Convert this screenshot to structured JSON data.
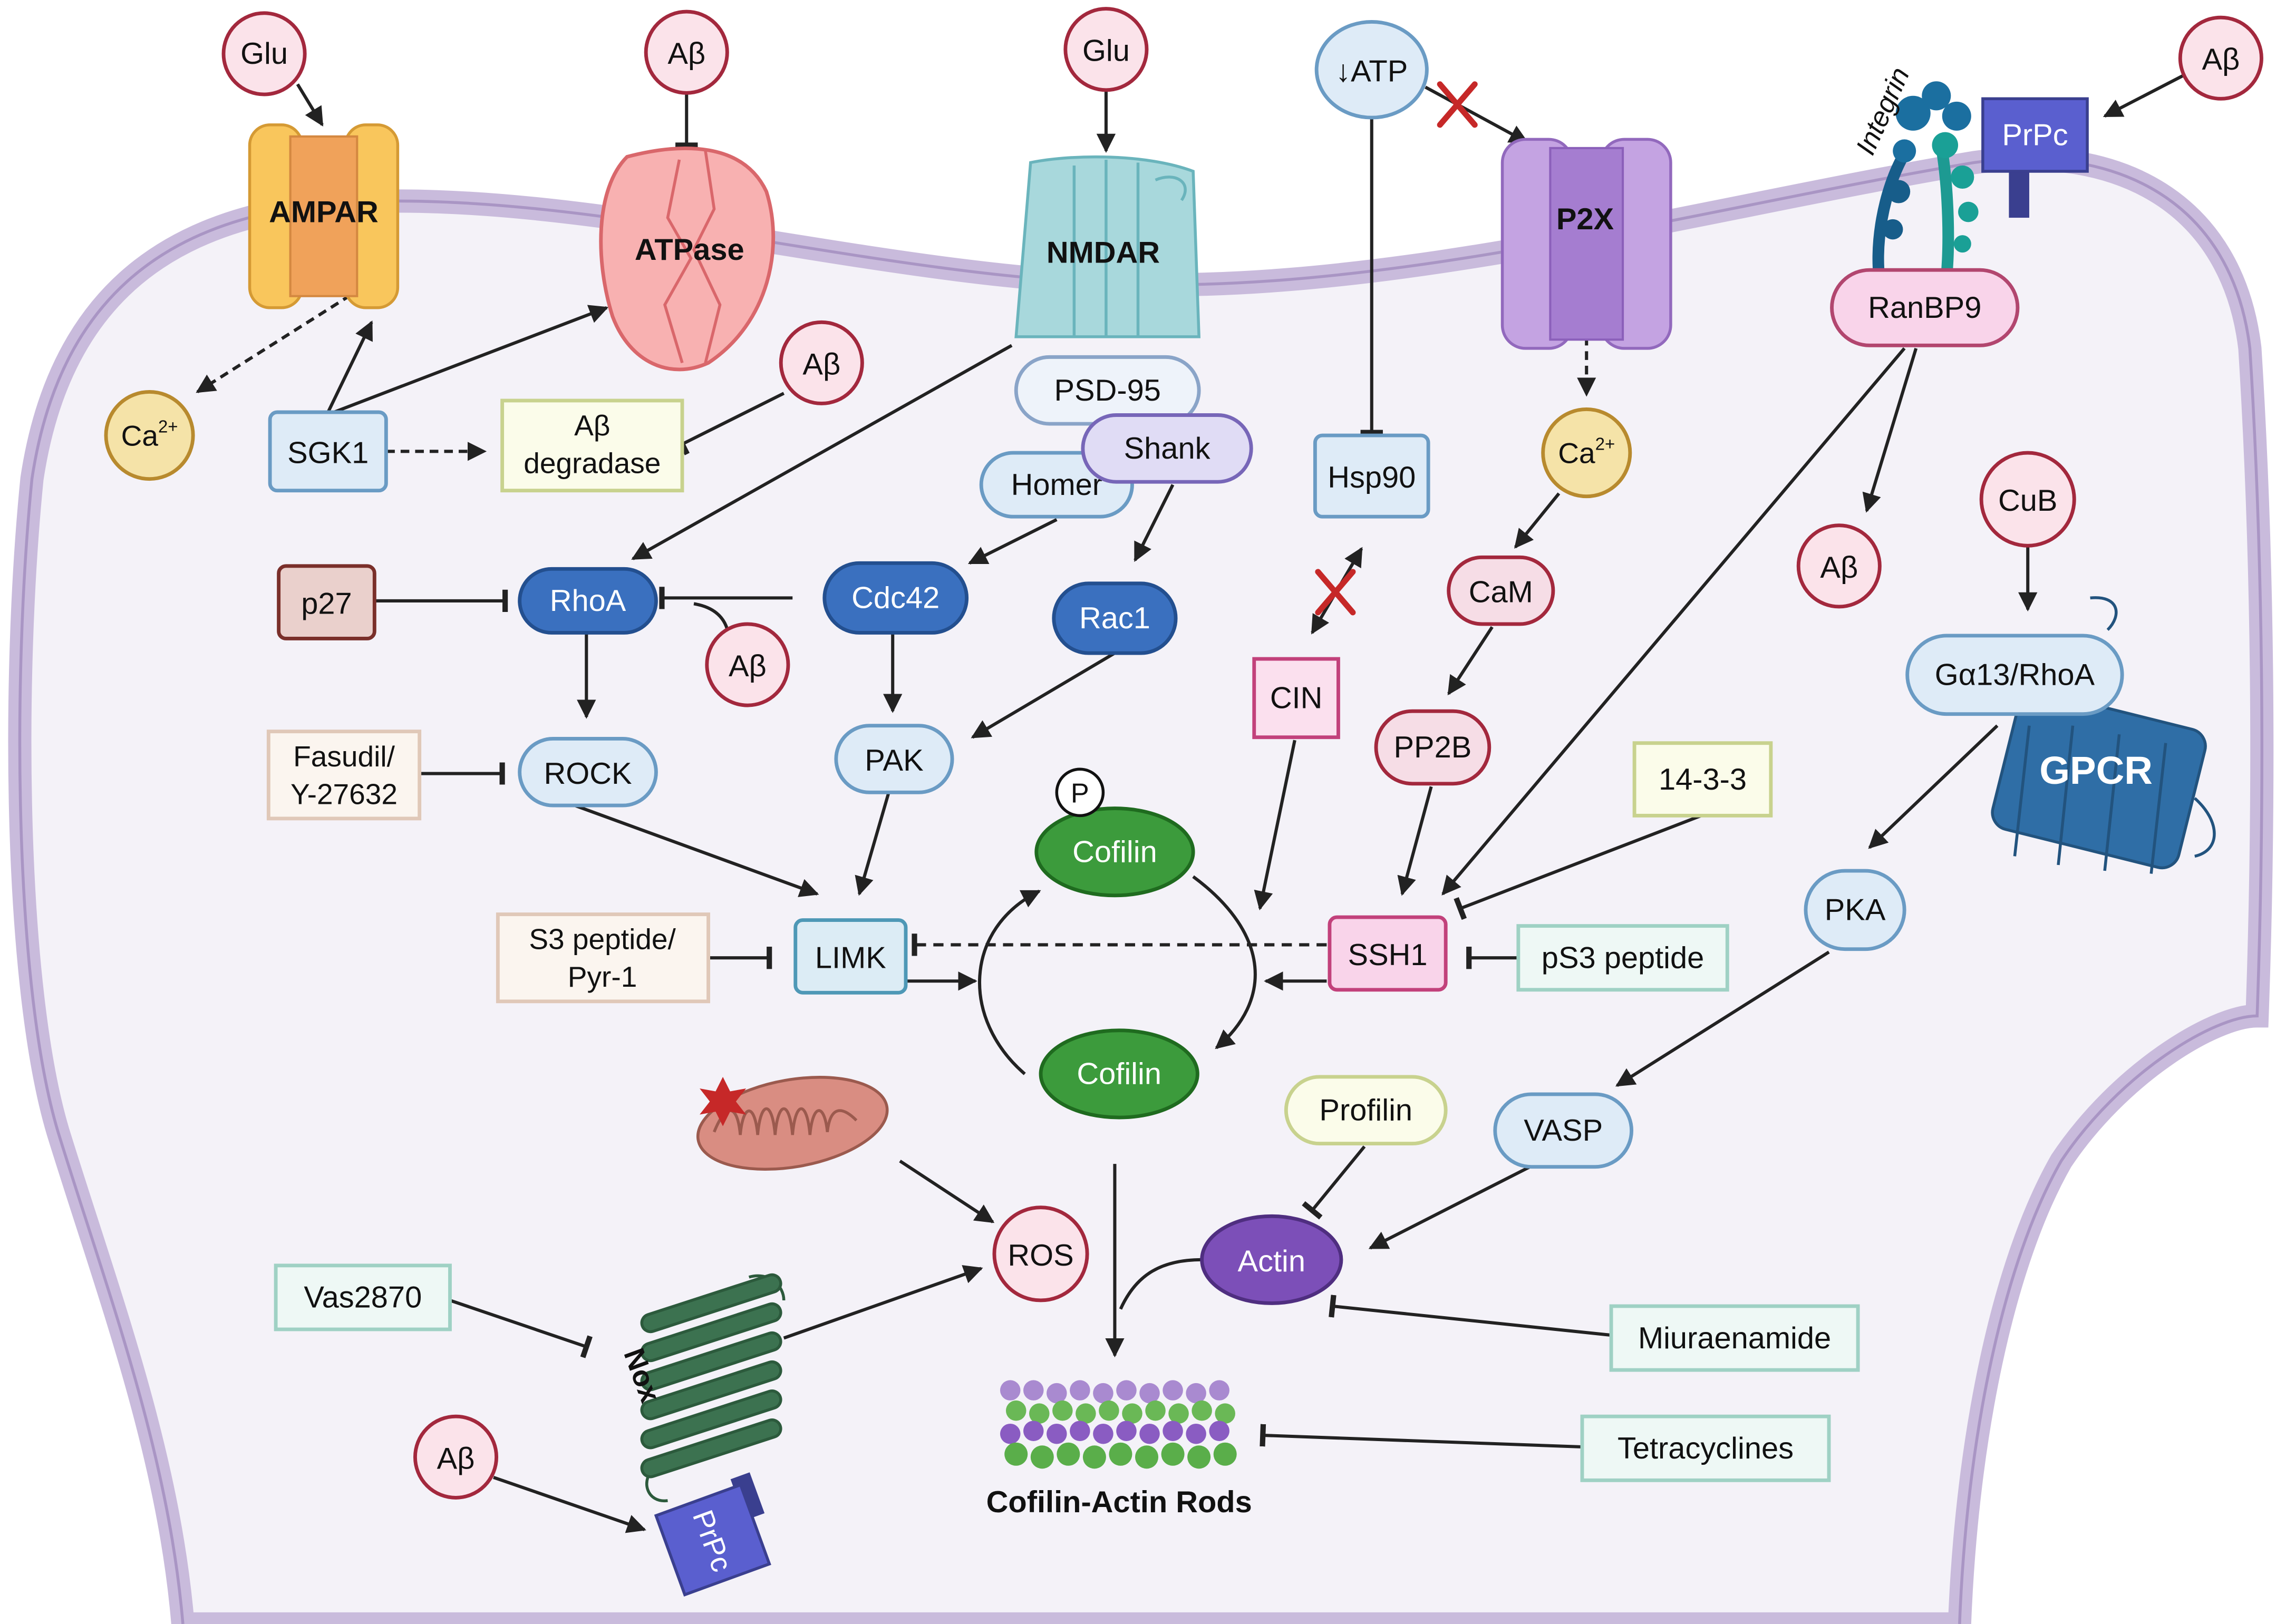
{
  "labels": {
    "ampar": "AMPAR",
    "atpase": "ATPase",
    "nmdar": "NMDAR",
    "p2x": "P2X",
    "integrin": "Integrin",
    "prpc_top": "PrPc",
    "prpc_bottom": "PrPc",
    "gpcr": "GPCR",
    "nox": "Nox",
    "rods": "Cofilin-Actin Rods"
  },
  "nodes": {
    "glu1": "Glu",
    "abeta1": "Aβ",
    "glu2": "Glu",
    "atp": "↓ATP",
    "abeta_tr": "Aβ",
    "ca_left": "Ca",
    "ca_sup": "2+",
    "sgk1": "SGK1",
    "abdeg1": "Aβ",
    "abdeg2": "degradase",
    "abeta_mid": "Aβ",
    "psd95": "PSD-95",
    "shank": "Shank",
    "homer": "Homer",
    "hsp90": "Hsp90",
    "ca_mid": "Ca",
    "ca_mid_sup": "2+",
    "ranbp9": "RanBP9",
    "abeta_rbp": "Aβ",
    "cub": "CuB",
    "p27": "p27",
    "rhoa": "RhoA",
    "abeta_rhoa": "Aβ",
    "cdc42": "Cdc42",
    "rac1": "Rac1",
    "cam": "CaM",
    "cin": "CIN",
    "ga13": "Gα13/RhoA",
    "fasudil1": "Fasudil/",
    "fasudil2": "Y-27632",
    "rock": "ROCK",
    "pak": "PAK",
    "pp2b": "PP2B",
    "p": "P",
    "cofilin_p": "Cofilin",
    "b1433": "14-3-3",
    "pka": "PKA",
    "s3pep1": "S3 peptide/",
    "s3pep2": "Pyr-1",
    "limk": "LIMK",
    "ssh1": "SSH1",
    "ps3": "pS3 peptide",
    "cofilin": "Cofilin",
    "profilin": "Profilin",
    "vasp": "VASP",
    "ros": "ROS",
    "actin": "Actin",
    "vas2870": "Vas2870",
    "miuraenamide": "Miuraenamide",
    "tetracyclines": "Tetracyclines",
    "abeta_bl": "Aβ"
  },
  "colors": {
    "membrane": "#c6b6d9",
    "cytoplasm": "#f3f1f7",
    "ligand_fill": "#fbe3ea",
    "ligand_stroke": "#a3283d",
    "rho_fill": "#3a70bf",
    "light_blue_fill": "#deebf7",
    "light_blue_stroke": "#6a9bc4",
    "cofilin_green": "#3c9b3c",
    "actin_purple": "#7c4fb8",
    "inhibitor_red": "#c62828"
  }
}
